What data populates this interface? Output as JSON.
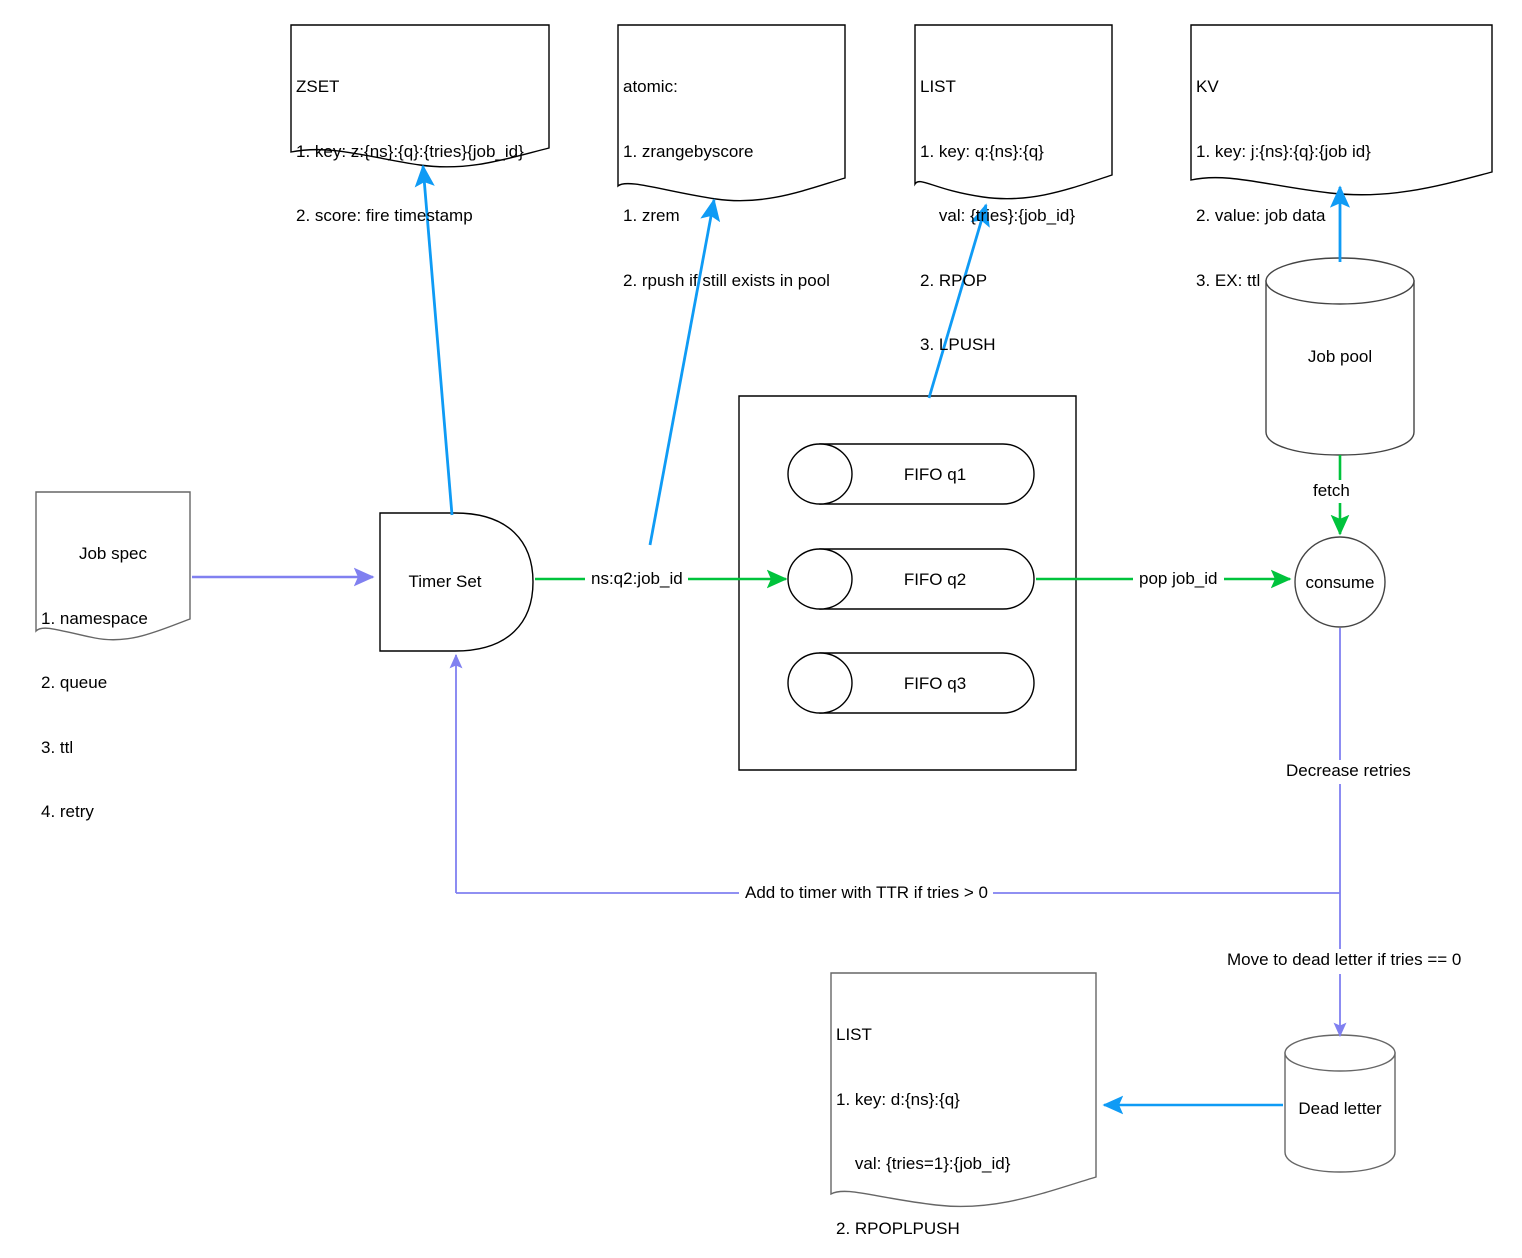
{
  "diagram": {
    "title": "Job queue architecture",
    "colors": {
      "blue": "#0f9bf5",
      "green": "#00c33c",
      "purple": "#8080f0",
      "stroke_black": "#000000",
      "stroke_grey": "#666666",
      "background": "#ffffff"
    }
  },
  "notes": {
    "zset": {
      "name": "zset-note",
      "lines": [
        "ZSET",
        "1. key: z:{ns}:{q}:{tries}{job_id}",
        "2. score: fire timestamp"
      ]
    },
    "atomic": {
      "name": "atomic-note",
      "lines": [
        "atomic:",
        "1. zrangebyscore",
        "1. zrem",
        "2. rpush if still exists in pool"
      ]
    },
    "list_queue": {
      "name": "list-queue-note",
      "lines": [
        "LIST",
        "1. key: q:{ns}:{q}",
        "    val: {tries}:{job_id}",
        "2. RPOP",
        "3. LPUSH"
      ]
    },
    "kv": {
      "name": "kv-note",
      "lines": [
        "KV",
        "1. key: j:{ns}:{q}:{job id}",
        "2. value: job data",
        "3. EX: ttl"
      ]
    },
    "job_spec": {
      "name": "job-spec-note",
      "title": "Job spec",
      "lines": [
        "1. namespace",
        "2. queue",
        "3. ttl",
        "4. retry"
      ]
    },
    "list_dead": {
      "name": "list-dead-letter-note",
      "lines": [
        "LIST",
        "1. key: d:{ns}:{q}",
        "    val: {tries=1}:{job_id}",
        "2. RPOPLPUSH"
      ]
    }
  },
  "nodes": {
    "timer_set": {
      "label": "Timer Set"
    },
    "fifo_q1": {
      "label": "FIFO q1"
    },
    "fifo_q2": {
      "label": "FIFO q2"
    },
    "fifo_q3": {
      "label": "FIFO q3"
    },
    "job_pool": {
      "label": "Job pool"
    },
    "consume": {
      "label": "consume"
    },
    "dead_letter": {
      "label": "Dead letter"
    },
    "queue_group": {
      "label": ""
    }
  },
  "edges": {
    "spec_to_timer": {
      "label": ""
    },
    "timer_to_q2": {
      "label": "ns:q2:job_id"
    },
    "q2_to_consume": {
      "label": "pop job_id"
    },
    "pool_to_consume": {
      "label": "fetch"
    },
    "consume_down": {
      "label": "Decrease retries"
    },
    "retry_to_timer": {
      "label": "Add to timer with TTR if tries > 0"
    },
    "to_dead_letter": {
      "label": "Move to dead letter if tries == 0"
    },
    "dead_to_list": {
      "label": ""
    },
    "timer_to_zset": {
      "label": ""
    },
    "timer_to_atomic": {
      "label": ""
    },
    "q1_to_list": {
      "label": ""
    },
    "pool_to_kv": {
      "label": ""
    }
  }
}
